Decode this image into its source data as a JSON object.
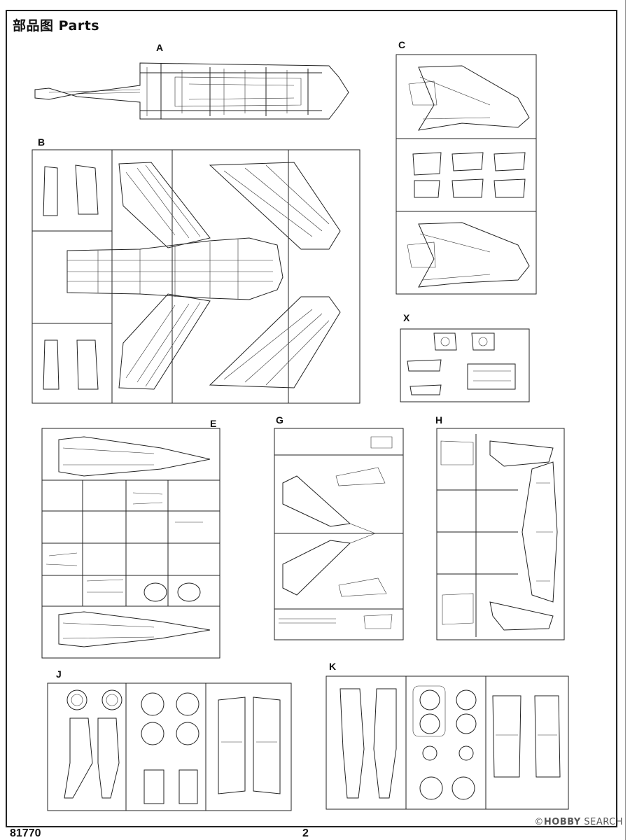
{
  "page": {
    "title": "部品图 Parts",
    "model_number": "81770",
    "page_number": "2",
    "watermark": {
      "icon": "copyright-icon",
      "brand": "HOBBY",
      "suffix": " SEARCH"
    }
  },
  "sprues": {
    "A": "A",
    "B": "B",
    "C": "C",
    "X": "X",
    "E": "E",
    "G": "G",
    "H": "H",
    "J": "J",
    "K": "K"
  }
}
